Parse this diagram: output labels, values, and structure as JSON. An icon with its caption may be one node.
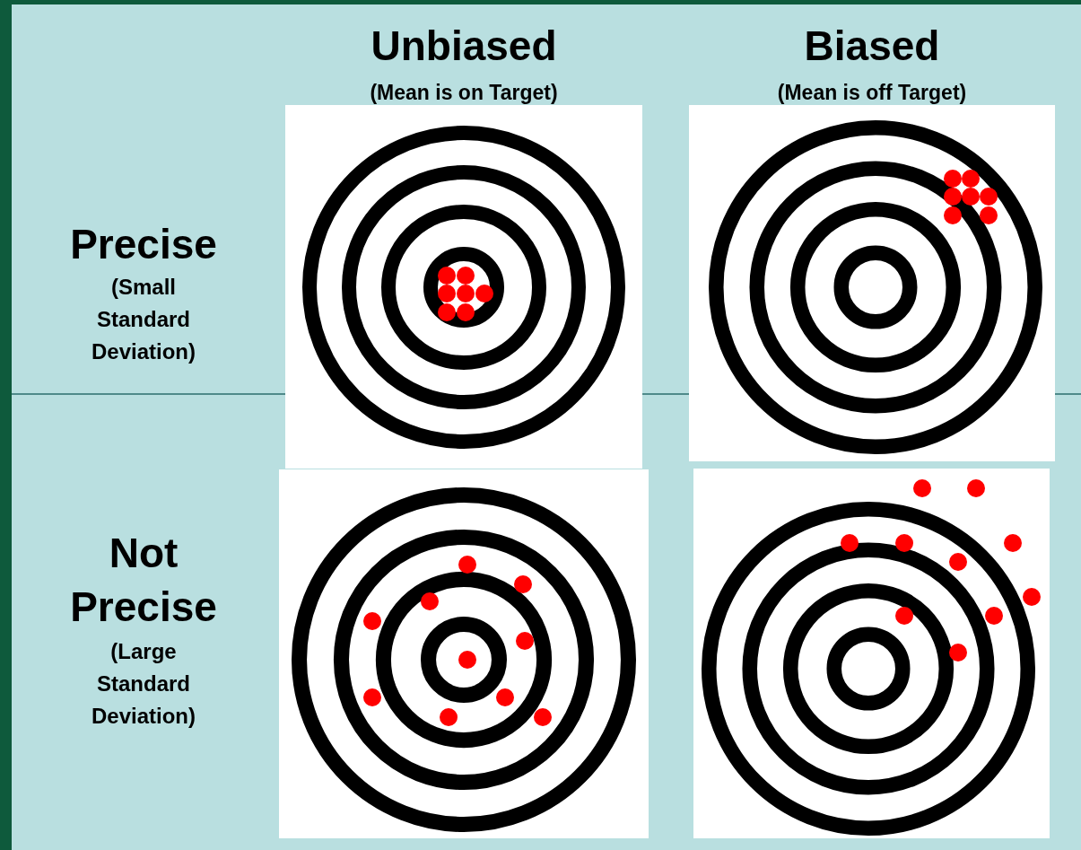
{
  "diagram": {
    "labels": [
      "Unbiased",
      "(Mean is on Target)",
      "Biased",
      "(Mean is off Target)",
      "Precise",
      "(Small Standard Deviation)",
      "Not Precise",
      "(Large Standard Deviation)"
    ]
  }
}
